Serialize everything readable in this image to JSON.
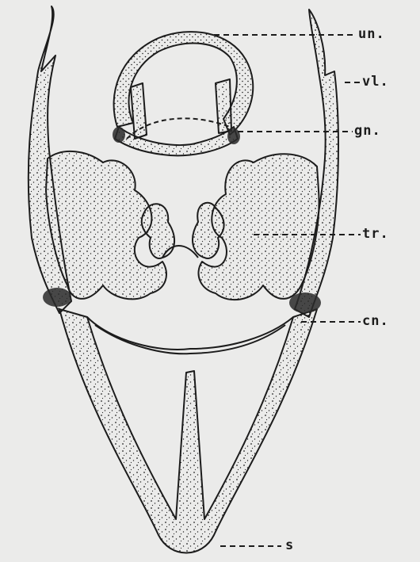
{
  "labels": {
    "un": "un.",
    "vl": "vl.",
    "gn": "gn.",
    "tr": "tr.",
    "cn": "cn.",
    "s": "s"
  },
  "colors": {
    "background": "#ebebea",
    "ink": "#1c1c1c"
  }
}
